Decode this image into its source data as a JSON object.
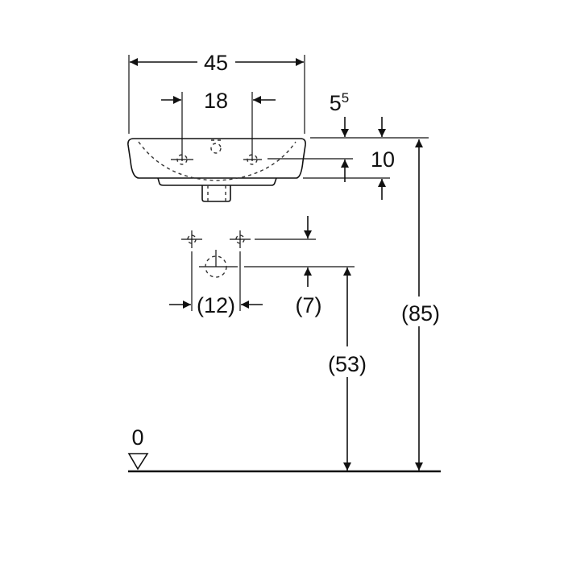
{
  "dimensions": {
    "width": "45",
    "tap_spacing": "18",
    "rim_thickness_base": "5",
    "rim_thickness_sup": "5",
    "basin_depth": "10",
    "connection_spacing": "(12)",
    "connection_offset": "(7)",
    "waste_height": "(53)",
    "rim_height": "(85)",
    "floor_level": "0"
  },
  "colors": {
    "line": "#111111",
    "background": "#ffffff"
  }
}
